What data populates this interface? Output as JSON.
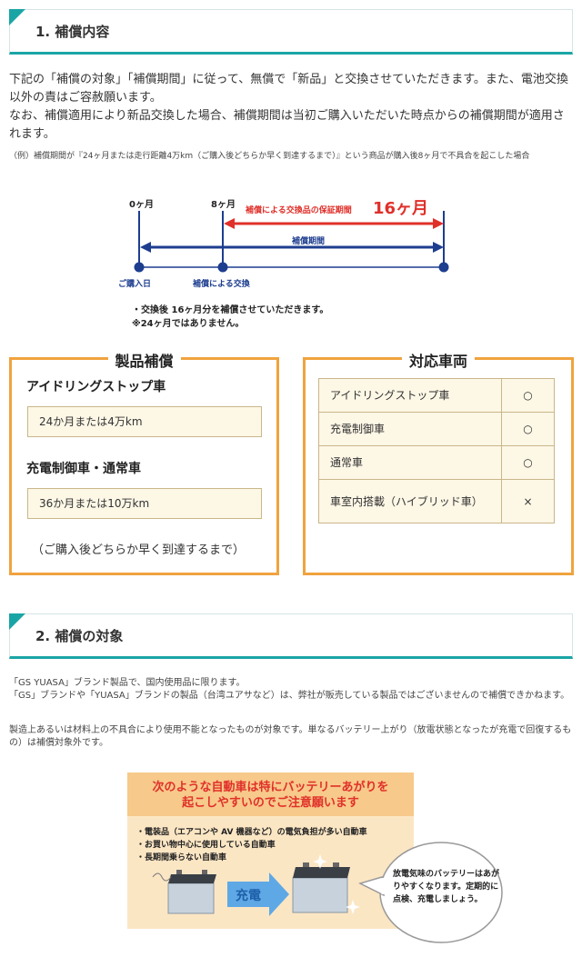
{
  "section1": {
    "title": "1. 補償内容"
  },
  "intro": {
    "p1": "下記の「補償の対象」「補償期間」に従って、無償で「新品」と交換させていただきます。また、電池交換以外の責はご容赦願います。",
    "p2": "なお、補償適用により新品交換した場合、補償期間は当初ご購入いただいた時点からの補償期間が適用されます。",
    "example": "（例）補償期間が『24ヶ月または走行距離4万km（ご購入後どちらか早く到達するまで）』という商品が購入後8ヶ月で不具合を起こした場合"
  },
  "timeline": {
    "label_0": "0ヶ月",
    "label_8": "8ヶ月",
    "guarantee_label": "補償による交換品の保証期間",
    "guarantee_value": "16ヶ月",
    "period_label": "補償期間",
    "purchase_day": "ご購入日",
    "exchange": "補償による交換",
    "note1": "・交換後 16ヶ月分を補償させていただきます。",
    "note2": "※24ヶ月ではありません。",
    "colors": {
      "red": "#e0302a",
      "navy": "#1d3d8f"
    }
  },
  "product_box": {
    "title": "製品補償",
    "h1": "アイドリングストップ車",
    "v1": "24か月または4万km",
    "h2": "充電制御車・通常車",
    "v2": "36か月または10万km",
    "note": "（ご購入後どちらか早く到達するまで）"
  },
  "vehicle_box": {
    "title": "対応車両",
    "rows": [
      {
        "name": "アイドリングストップ車",
        "mark": "○"
      },
      {
        "name": "充電制御車",
        "mark": "○"
      },
      {
        "name": "通常車",
        "mark": "○"
      },
      {
        "name": "車室内搭載（ハイブリッド車）",
        "mark": "×"
      }
    ]
  },
  "section2": {
    "title": "2. 補償の対象"
  },
  "target": {
    "p1": "「GS YUASA」ブランド製品で、国内使用品に限ります。",
    "p2": "「GS」ブランドや「YUASA」ブランドの製品（台湾ユアサなど）は、弊社が販売している製品ではございませんので補償できかねます。",
    "p3": "製造上あるいは材料上の不具合により使用不能となったものが対象です。単なるバッテリー上がり（放電状態となったが充電で回復するもの）は補償対象外です。"
  },
  "illustration": {
    "title_line1": "次のような自動車は特にバッテリーあがりを",
    "title_line2": "起こしやすいのでご注意願います",
    "bullets": [
      "・電装品（エアコンや AV 機器など）の電気負担が多い自動車",
      "・お買い物中心に使用している自動車",
      "・長期間乗らない自動車"
    ],
    "arrow_label": "充電",
    "bubble": "放電気味のバッテリーはあがりやすくなります。定期的に点検、充電しましょう。"
  }
}
